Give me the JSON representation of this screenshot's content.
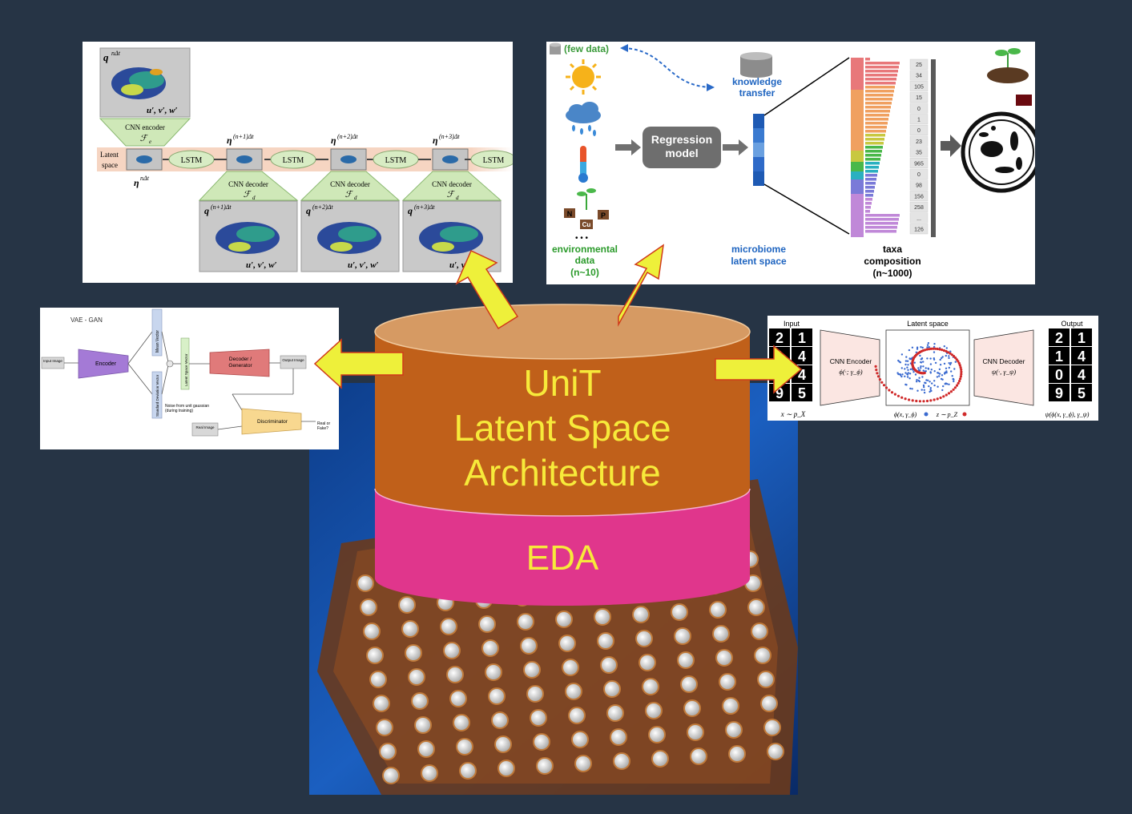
{
  "center": {
    "line1": "UniT",
    "line2": "Latent Space",
    "line3": "Architecture",
    "base": "EDA",
    "colors": {
      "top": "#d69a63",
      "body": "#c0601a",
      "base": "#e0368c",
      "text": "#f7ea3a",
      "arrow": "#eef03a"
    }
  },
  "lstm_panel": {
    "q_top": "q",
    "q_top_sup": "nΔt",
    "uvw": "u′, v′, w′",
    "cnn_encoder": "CNN encoder",
    "fe": "ℱ",
    "fe_sub": "e",
    "latent_label_1": "Latent",
    "latent_label_2": "space",
    "eta_base": "η",
    "eta_base_sup": "nΔt",
    "lstm": "LSTM",
    "cnn_decoder": "CNN decoder",
    "fd": "ℱ",
    "fd_sub": "d",
    "eta_sups": [
      "(n+1)Δt",
      "(n+2)Δt",
      "(n+3)Δt"
    ],
    "q_sups": [
      "(n+1)Δt",
      "(n+2)Δt",
      "(n+3)Δt"
    ]
  },
  "microbiome_panel": {
    "few_data": "(few data)",
    "knowledge_1": "knowledge",
    "knowledge_2": "transfer",
    "regression_1": "Regression",
    "regression_2": "model",
    "env_1": "environmental",
    "env_2": "data",
    "env_3": "(n~10)",
    "latent_1": "microbiome",
    "latent_2": "latent space",
    "taxa_1": "taxa",
    "taxa_2": "composition",
    "taxa_3": "(n~1000)",
    "nutrients": [
      "N",
      "P",
      "Cu"
    ],
    "dots": "• • •",
    "counts": [
      "25",
      "34",
      "105",
      "15",
      "0",
      "1",
      "0",
      "23",
      "35",
      "965",
      "0",
      "98",
      "156",
      "258",
      "...",
      "126"
    ]
  },
  "vaegan_panel": {
    "title": "VAE - GAN",
    "input": "Input Image",
    "encoder": "Encoder",
    "mean": "Mean Vector",
    "std": "Standard Deviation Vector",
    "latent": "Latent Space Vector",
    "decoder_1": "Decoder /",
    "decoder_2": "Generator",
    "output": "Output Image",
    "noise_1": "Noise from unit gaussian",
    "noise_2": "(during training)",
    "real": "Real Image",
    "discriminator": "Discriminator",
    "real_fake_1": "Real or",
    "real_fake_2": "Fake?"
  },
  "autoenc_panel": {
    "input": "Input",
    "latent": "Latent space",
    "output": "Output",
    "enc_1": "CNN Encoder",
    "enc_2": "ϕ(·; γ_ϕ)",
    "dec_1": "CNN Decoder",
    "dec_2": "ψ(·, γ_ψ)",
    "x_label": "x ∼ p_X",
    "phi_label": "ϕ(x, γ_ϕ)",
    "z_label": "z ∼ p_Z",
    "psi_label": "ψ(ϕ(x, γ_ϕ), γ_ψ)",
    "input_digits": [
      "2",
      "1",
      "1",
      "4",
      "0",
      "4",
      "9",
      "5"
    ],
    "output_digits": [
      "2",
      "1",
      "1",
      "4",
      "0",
      "4",
      "9",
      "5"
    ]
  }
}
